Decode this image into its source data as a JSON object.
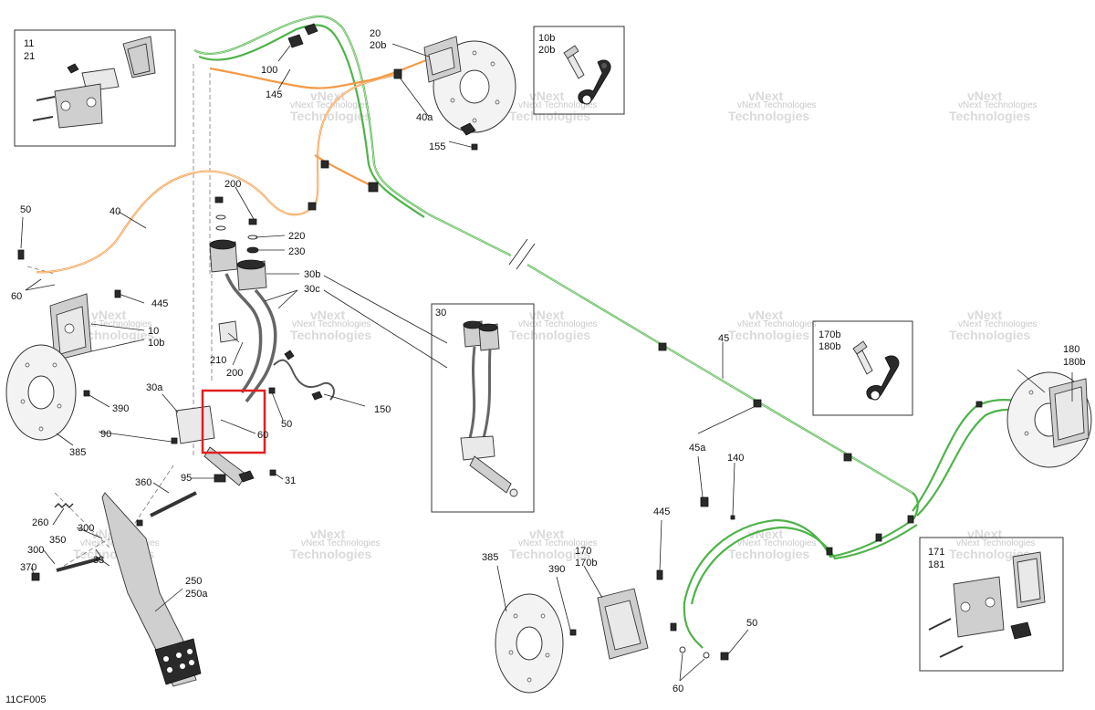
{
  "labels": {
    "l11": "11",
    "l21": "21",
    "l20": "20",
    "l20b": "20b",
    "l100": "100",
    "l145": "145",
    "l40a": "40a",
    "l155": "155",
    "l10b_box": "10b",
    "l20b_box": "20b",
    "l200a": "200",
    "l220": "220",
    "l230": "230",
    "l40": "40",
    "l50a": "50",
    "l60a": "60",
    "l445a": "445",
    "l10": "10",
    "l10b": "10b",
    "l30b": "30b",
    "l30c": "30c",
    "l30": "30",
    "l210": "210",
    "l200b": "200",
    "l390a": "390",
    "l30a": "30a",
    "l150": "150",
    "l50b": "50",
    "l60b": "60",
    "l90": "90",
    "l385a": "385",
    "l95": "95",
    "l31": "31",
    "l360": "360",
    "l260": "260",
    "l300a": "300",
    "l350": "350",
    "l300b": "300",
    "l33": "33",
    "l370": "370",
    "l250": "250",
    "l250a": "250a",
    "l45": "45",
    "l170b_box": "170b",
    "l180b_box": "180b",
    "l180": "180",
    "l180b": "180b",
    "l45a": "45a",
    "l140": "140",
    "l445b": "445",
    "l385b": "385",
    "l390b": "390",
    "l170": "170",
    "l170b": "170b",
    "l50c": "50",
    "l60c": "60",
    "l171": "171",
    "l181": "181"
  },
  "watermark": {
    "line1": "vNext",
    "line2": "Technologies",
    "line3": "vNext Technologies"
  },
  "figure_code": "11CF005",
  "colors": {
    "hose_green": "#4fb34a",
    "hose_orange": "#f39a45",
    "highlight": "#e02020"
  }
}
